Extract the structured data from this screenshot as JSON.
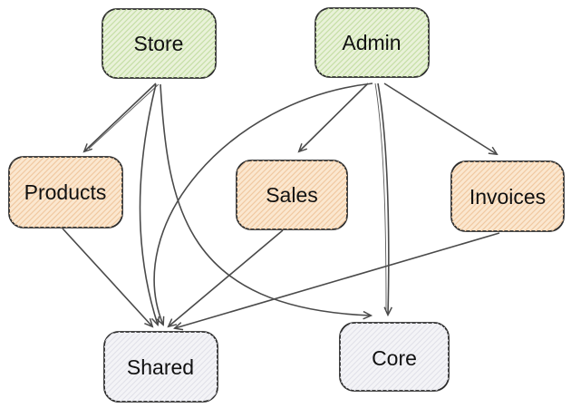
{
  "diagram": {
    "background": "#ffffff",
    "edge_color": "#4a4a4a",
    "border_color": "#2d2d2d",
    "nodes": {
      "store": {
        "label": "Store",
        "fill": "#e9f2d9",
        "hatch": "#c6dea6"
      },
      "admin": {
        "label": "Admin",
        "fill": "#e9f2d9",
        "hatch": "#c6dea6"
      },
      "products": {
        "label": "Products",
        "fill": "#fbe7cf",
        "hatch": "#f0c9a2"
      },
      "sales": {
        "label": "Sales",
        "fill": "#fbe7cf",
        "hatch": "#f0c9a2"
      },
      "invoices": {
        "label": "Invoices",
        "fill": "#fbe7cf",
        "hatch": "#f0c9a2"
      },
      "shared": {
        "label": "Shared",
        "fill": "#f4f4f7",
        "hatch": "#e2e2ea"
      },
      "core": {
        "label": "Core",
        "fill": "#f4f4f7",
        "hatch": "#e2e2ea"
      }
    },
    "edges": [
      {
        "from": "Store",
        "to": "Products"
      },
      {
        "from": "Store",
        "to": "Shared"
      },
      {
        "from": "Store",
        "to": "Core"
      },
      {
        "from": "Admin",
        "to": "Sales"
      },
      {
        "from": "Admin",
        "to": "Invoices"
      },
      {
        "from": "Admin",
        "to": "Shared"
      },
      {
        "from": "Admin",
        "to": "Core"
      },
      {
        "from": "Products",
        "to": "Shared"
      },
      {
        "from": "Sales",
        "to": "Shared"
      },
      {
        "from": "Invoices",
        "to": "Shared"
      }
    ]
  }
}
